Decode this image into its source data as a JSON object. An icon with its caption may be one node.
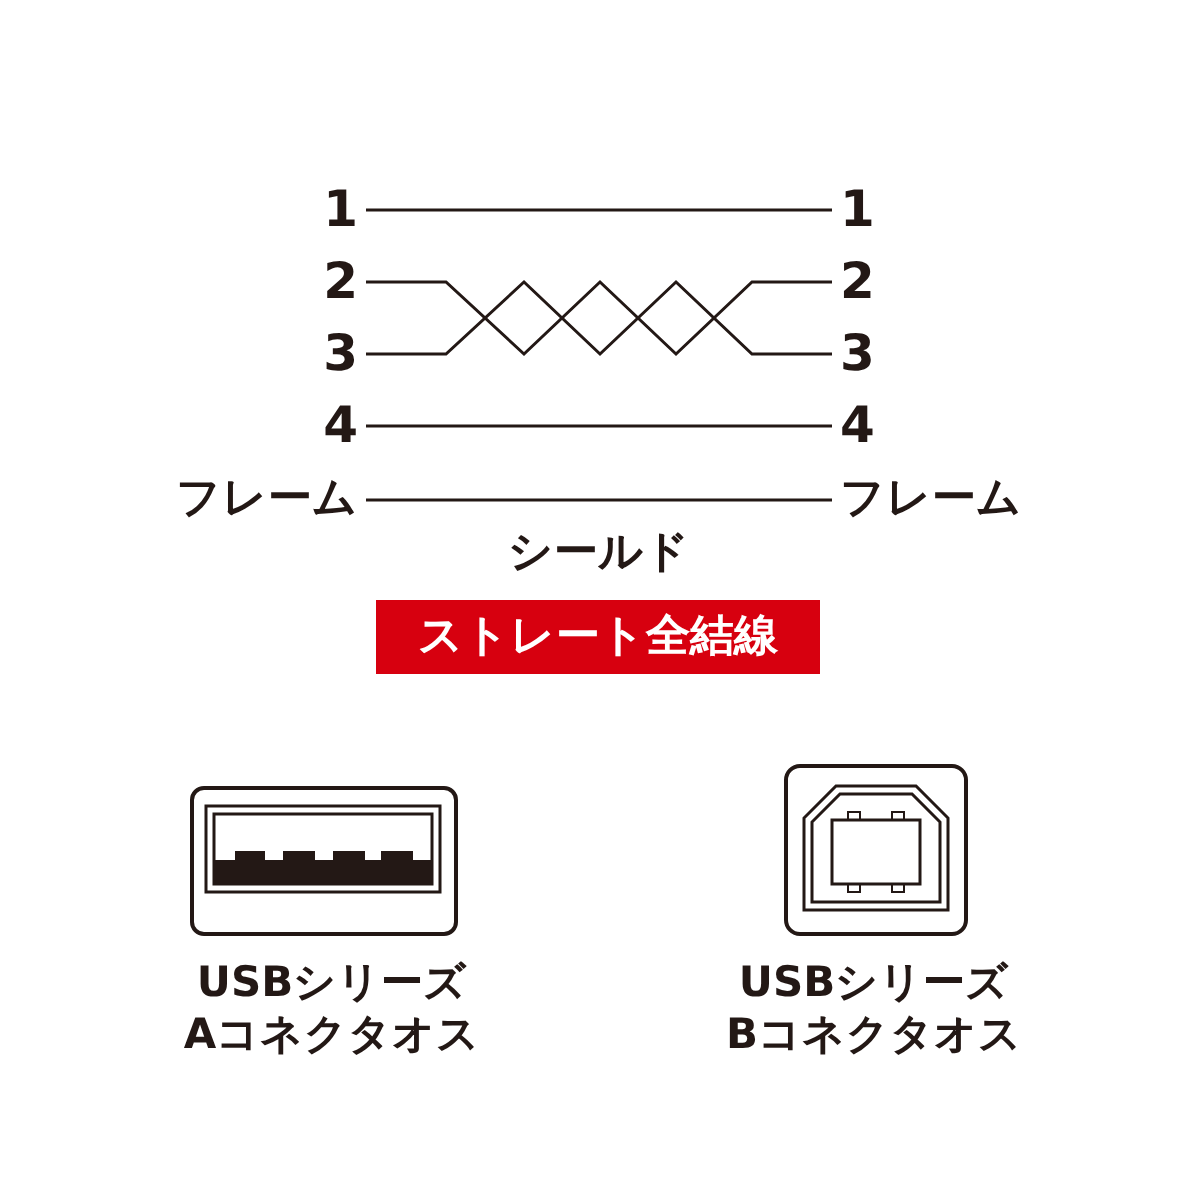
{
  "diagram": {
    "nodes": [
      {
        "text": [
          "1"
        ]
      },
      {
        "text": [
          "2"
        ]
      },
      {
        "text": [
          "3"
        ]
      },
      {
        "text": [
          "4"
        ]
      },
      {
        "text": [
          "フレーム"
        ]
      },
      {
        "text": [
          "1"
        ]
      },
      {
        "text": [
          "2"
        ]
      },
      {
        "text": [
          "3"
        ]
      },
      {
        "text": [
          "4"
        ]
      },
      {
        "text": [
          "フレーム"
        ]
      },
      {
        "text": [
          "ストレート全結線"
        ]
      }
    ],
    "edges": [
      {
        "from": 0,
        "to": 5,
        "arrow": "none"
      },
      {
        "from": 1,
        "to": 6,
        "arrow": "none"
      },
      {
        "from": 2,
        "to": 7,
        "arrow": "none"
      },
      {
        "from": 3,
        "to": 8,
        "arrow": "none"
      },
      {
        "from": 4,
        "to": 9,
        "arrow": "none",
        "label": "シールド"
      }
    ],
    "labels": [
      "USBシリーズAコネクタオス",
      "USBシリーズBコネクタオス"
    ]
  }
}
